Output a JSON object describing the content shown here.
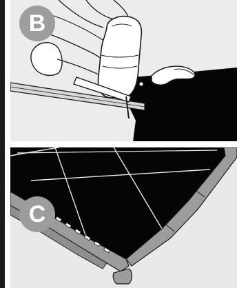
{
  "steps": [
    {
      "label": "B",
      "badge_color": "#9d9d9d",
      "tile_color": "#050505",
      "icon": "jigsaw-cutting-tile-illustration"
    },
    {
      "label": "C",
      "badge_color": "#9d9d9d",
      "tile_color": "#050505",
      "icon": "edge-ramp-tiles-illustration"
    }
  ]
}
